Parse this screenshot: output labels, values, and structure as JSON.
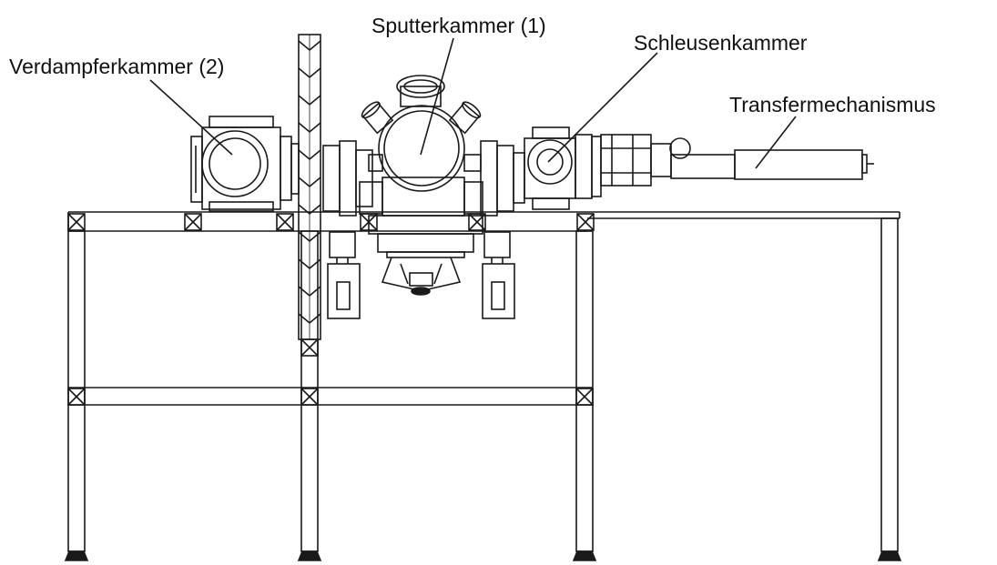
{
  "labels": {
    "sputter": "Sputterkammer (1)",
    "verdampf": "Verdampferkammer (2)",
    "schleuse": "Schleusenkammer",
    "transfer": "Transfermechanismus"
  },
  "colors": {
    "line": "#1a1a1a",
    "background": "#ffffff"
  }
}
